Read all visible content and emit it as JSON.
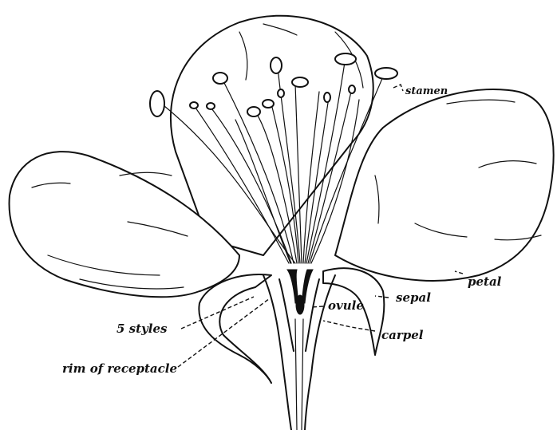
{
  "labels": {
    "stamen": "stamen",
    "petal": "petal",
    "sepal": "sepal",
    "ovule": "ovule",
    "carpel": "carpel",
    "styles": "5 styles",
    "rim": "rim of receptacle"
  }
}
